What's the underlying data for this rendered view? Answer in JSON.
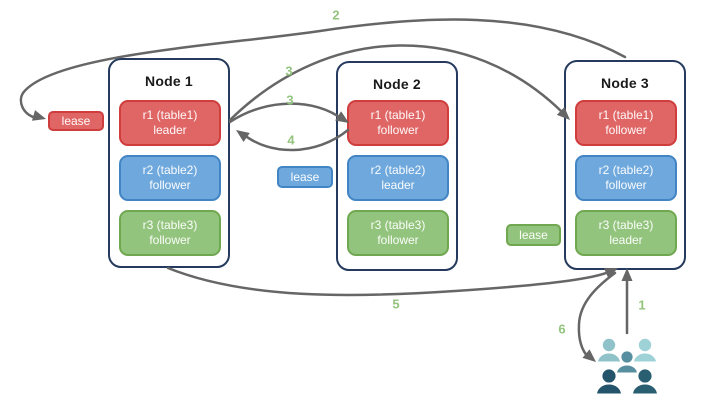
{
  "colors": {
    "red_fill": "#e06666",
    "red_border": "#cf3d3d",
    "blue_fill": "#6fa8dc",
    "blue_border": "#4285c4",
    "green_fill": "#93c47d",
    "green_border": "#6fa850",
    "node_border": "#253a5e",
    "arrow": "#666666",
    "label_green": "#93c47d",
    "title_color": "#1a1a1a"
  },
  "nodes": [
    {
      "title": "Node 1",
      "replicas": [
        {
          "name": "r1 (table1)",
          "role": "leader",
          "color": "red"
        },
        {
          "name": "r2 (table2)",
          "role": "follower",
          "color": "blue"
        },
        {
          "name": "r3 (table3)",
          "role": "follower",
          "color": "green"
        }
      ]
    },
    {
      "title": "Node 2",
      "replicas": [
        {
          "name": "r1 (table1)",
          "role": "follower",
          "color": "red"
        },
        {
          "name": "r2 (table2)",
          "role": "leader",
          "color": "blue"
        },
        {
          "name": "r3 (table3)",
          "role": "follower",
          "color": "green"
        }
      ]
    },
    {
      "title": "Node 3",
      "replicas": [
        {
          "name": "r1 (table1)",
          "role": "follower",
          "color": "red"
        },
        {
          "name": "r2 (table2)",
          "role": "follower",
          "color": "blue"
        },
        {
          "name": "r3 (table3)",
          "role": "leader",
          "color": "green"
        }
      ]
    }
  ],
  "leases": [
    {
      "label": "lease",
      "color": "red"
    },
    {
      "label": "lease",
      "color": "blue"
    },
    {
      "label": "lease",
      "color": "green"
    }
  ],
  "arrow_labels": {
    "a1": "1",
    "a2": "2",
    "a3_top": "3",
    "a3_mid": "3",
    "a4": "4",
    "a5": "5",
    "a6": "6"
  },
  "users_icon": {
    "name": "users-group-icon",
    "person_colors": [
      "#8fc3c9",
      "#9ed2d7",
      "#578fa0",
      "#24546b",
      "#2a5f72"
    ]
  }
}
